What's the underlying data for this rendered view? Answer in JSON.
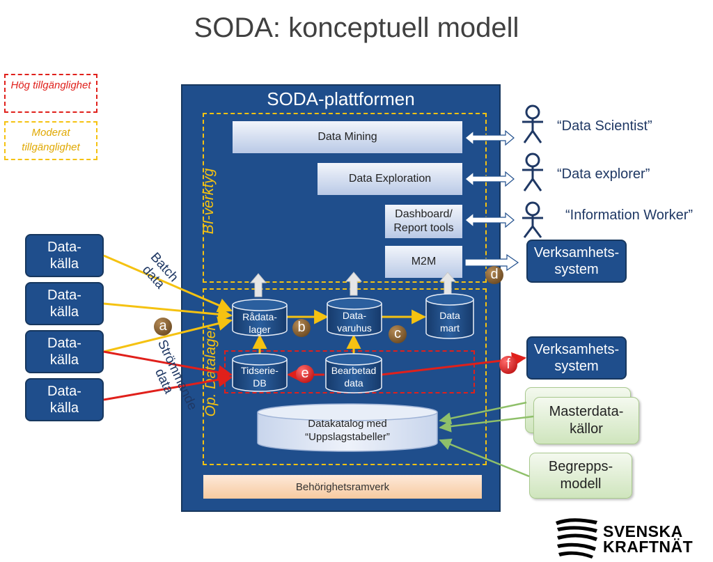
{
  "title": "SODA: konceptuell modell",
  "legend": {
    "high": "Hög tillgänglighet",
    "moderate": "Moderat tillgänglighet"
  },
  "platform": {
    "title": "SODA-plattformen",
    "bi_label": "BI-verktyg",
    "op_label": "Op. Datalager",
    "tools": {
      "data_mining": "Data Mining",
      "data_exploration": "Data Exploration",
      "dashboard": "Dashboard/ Report tools",
      "m2m": "M2M"
    },
    "stores": {
      "radata": "Rådata-lager",
      "datavaruhus": "Data-varuhus",
      "datamart": "Data mart",
      "tidserie": "Tidserie-DB",
      "bearbetad": "Bearbetad data",
      "datakatalog": "Datakatalog med “Uppslagstabeller”"
    },
    "security": "Behörighetsramverk"
  },
  "sources": [
    "Data-källa",
    "Data-källa",
    "Data-källa",
    "Data-källa"
  ],
  "flow_labels": {
    "batch": "Batch data",
    "stream": "Strömmande data"
  },
  "badges": {
    "a": "a",
    "b": "b",
    "c": "c",
    "d": "d",
    "e": "e",
    "f": "f"
  },
  "actors": {
    "scientist": "“Data Scientist”",
    "explorer": "“Data explorer”",
    "worker": "“Information Worker”"
  },
  "systems": {
    "top": "Verksamhets-system",
    "bottom": "Verksamhets-system"
  },
  "green": {
    "master": "Masterdata-källor",
    "begrepp": "Begrepps-modell"
  },
  "brand": {
    "line1": "SVENSKA",
    "line2": "KRAFTNÄT"
  },
  "colors": {
    "platform": "#1f4e8c",
    "yellow": "#f5c211",
    "red": "#e0201b",
    "arrow_green": "#8fc06a",
    "badge_brown": "#6b4a22",
    "badge_red": "#c00000"
  },
  "icons": {
    "actor": "stick-figure-icon",
    "double_arrow": "double-arrow-icon",
    "up_arrow": "up-arrow-icon",
    "logo": "svenska-kraftnat-logo"
  }
}
